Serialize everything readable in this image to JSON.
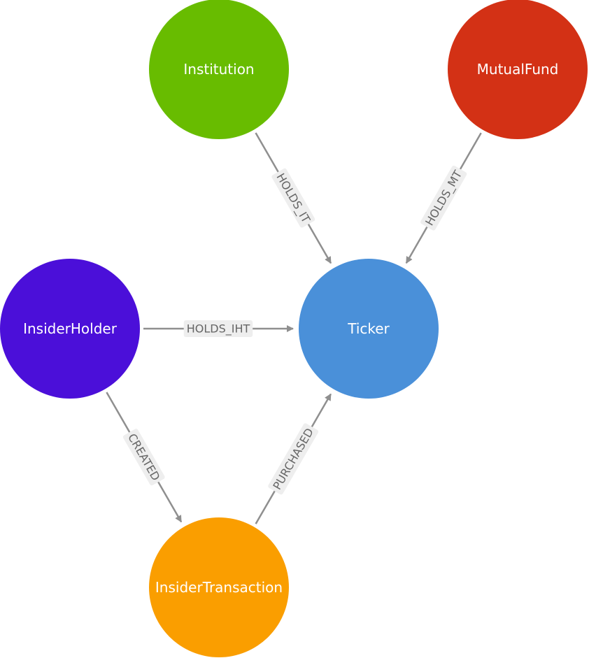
{
  "nodes": [
    {
      "id": "institution",
      "label": "Institution",
      "color": "#68bc00"
    },
    {
      "id": "mutualfund",
      "label": "MutualFund",
      "color": "#d33115"
    },
    {
      "id": "insiderholder",
      "label": "InsiderHolder",
      "color": "#4b0fd9"
    },
    {
      "id": "ticker",
      "label": "Ticker",
      "color": "#4a90d9"
    },
    {
      "id": "insidertransaction",
      "label": "InsiderTransaction",
      "color": "#fa9e00"
    }
  ],
  "edges": [
    {
      "id": "holds-it",
      "from": "institution",
      "to": "ticker",
      "label": "HOLDS_IT"
    },
    {
      "id": "holds-mt",
      "from": "mutualfund",
      "to": "ticker",
      "label": "HOLDS_MT"
    },
    {
      "id": "holds-iht",
      "from": "insiderholder",
      "to": "ticker",
      "label": "HOLDS_IHT"
    },
    {
      "id": "created",
      "from": "insiderholder",
      "to": "insidertransaction",
      "label": "CREATED"
    },
    {
      "id": "purchased",
      "from": "insidertransaction",
      "to": "ticker",
      "label": "PURCHASED"
    }
  ]
}
